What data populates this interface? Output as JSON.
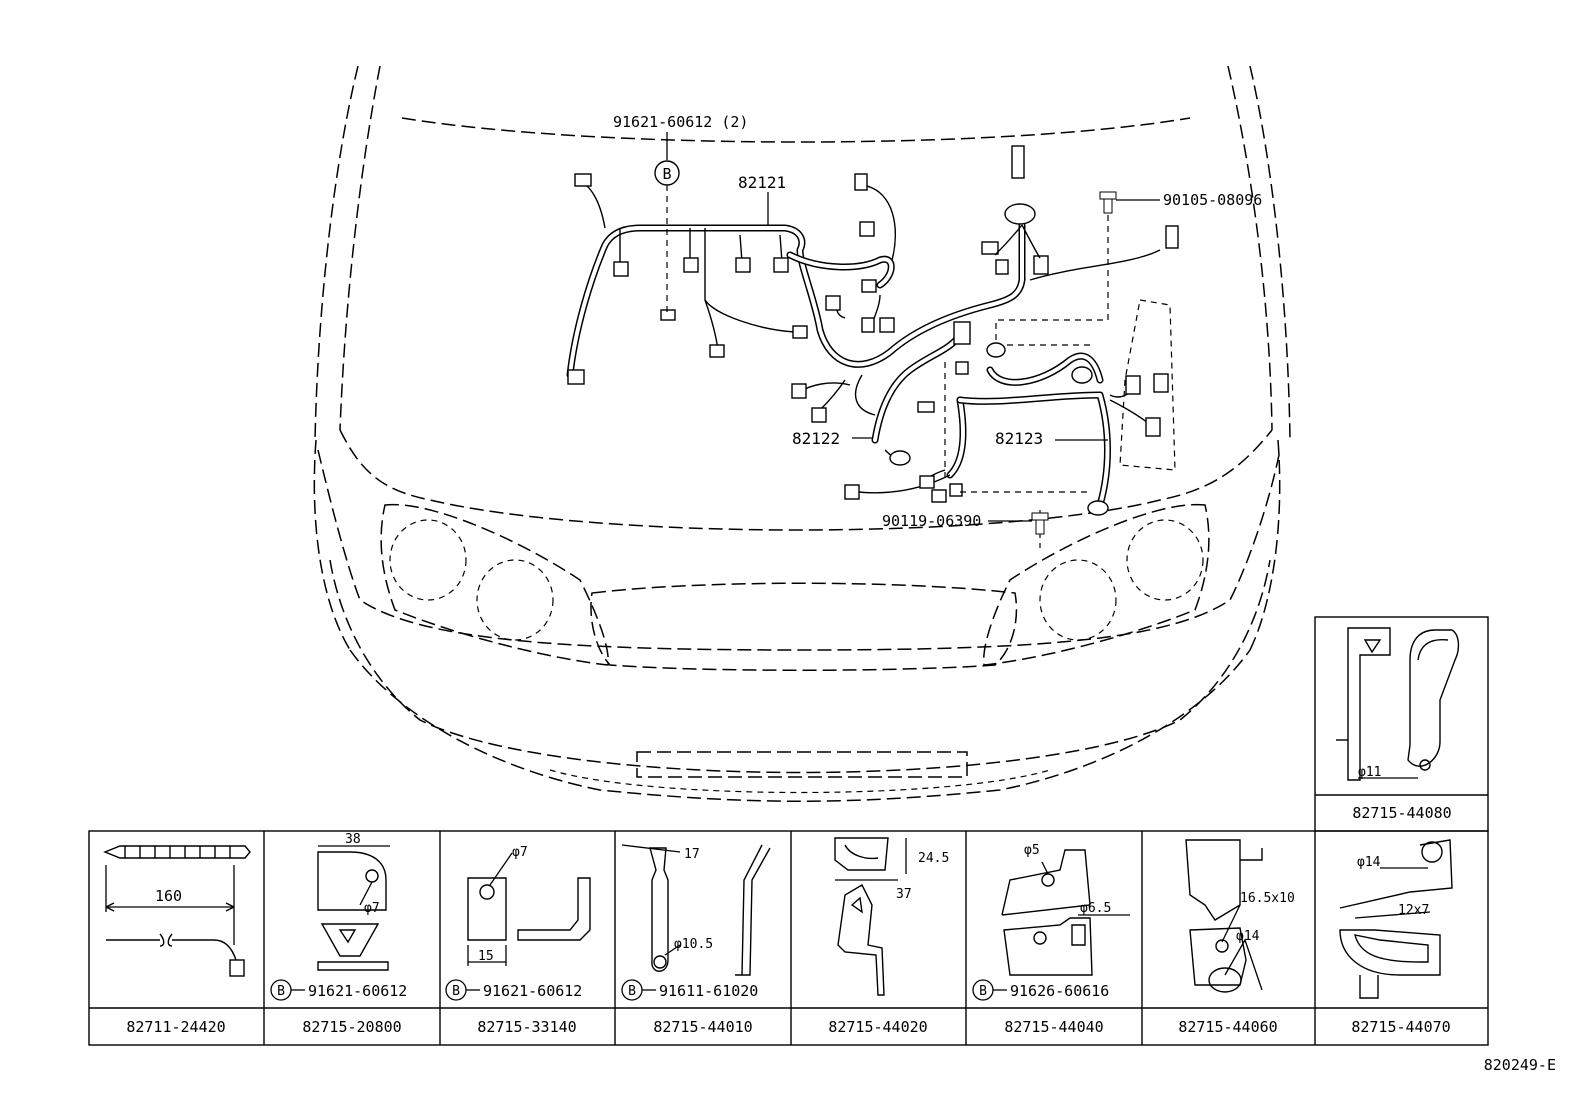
{
  "callouts": {
    "screw_b_top": "91621-60612 (2)",
    "harness_main": "82121",
    "bolt_right": "90105-08096",
    "harness_82122": "82122",
    "harness_82123": "82123",
    "bolt_lower": "90119-06390"
  },
  "clamp_table": {
    "cells": [
      {
        "part_no": "82711-24420",
        "dims": [
          "160"
        ],
        "screw": ""
      },
      {
        "part_no": "82715-20800",
        "dims": [
          "38",
          "φ7"
        ],
        "screw": "91621-60612"
      },
      {
        "part_no": "82715-33140",
        "dims": [
          "φ7",
          "15"
        ],
        "screw": "91621-60612"
      },
      {
        "part_no": "82715-44010",
        "dims": [
          "17",
          "φ10.5"
        ],
        "screw": "91611-61020"
      },
      {
        "part_no": "82715-44020",
        "dims": [
          "24.5",
          "37"
        ],
        "screw": ""
      },
      {
        "part_no": "82715-44040",
        "dims": [
          "φ5",
          "φ6.5"
        ],
        "screw": "91626-60616"
      },
      {
        "part_no": "82715-44060",
        "dims": [
          "16.5x10",
          "φ14"
        ],
        "screw": ""
      },
      {
        "part_no": "82715-44070",
        "dims": [
          "φ14",
          "12x7"
        ],
        "screw": ""
      }
    ],
    "extra_cell": {
      "part_no": "82715-44080",
      "dims": [
        "φ11"
      ]
    },
    "screw_marker": "B"
  },
  "marker_top": "B",
  "drawing_id": "820249-E"
}
